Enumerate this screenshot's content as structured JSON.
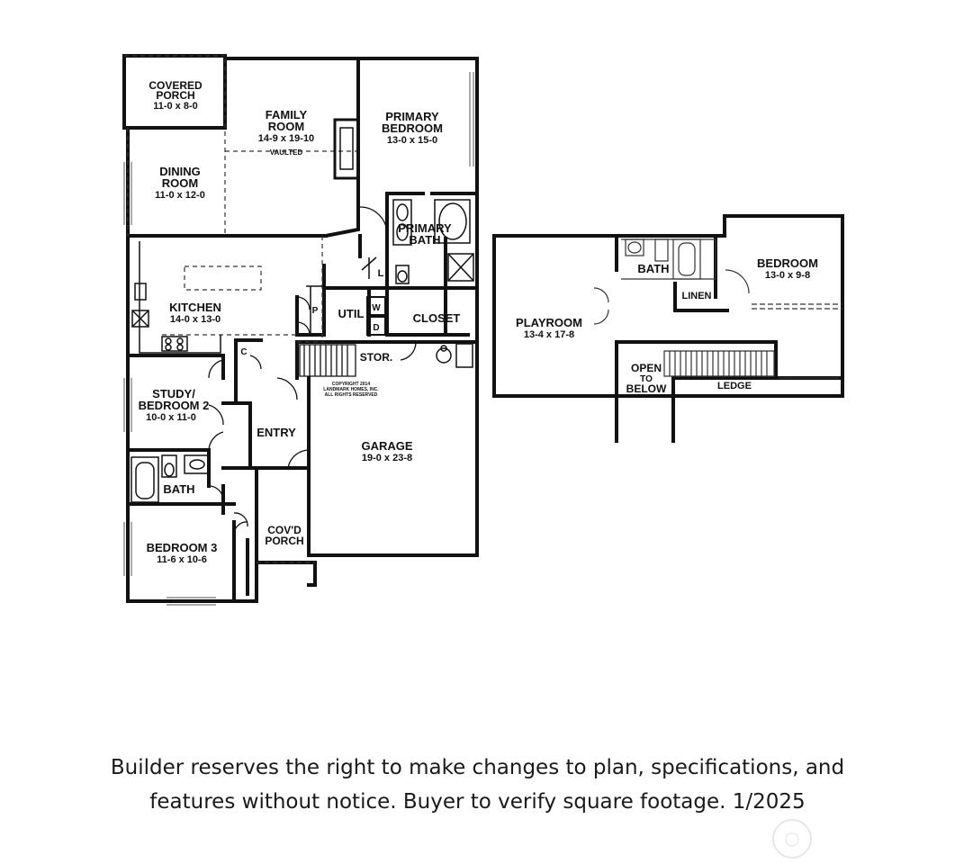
{
  "rooms": {
    "covered_porch": {
      "line1": "COVERED",
      "line2": "PORCH",
      "dims": "11-0 x 8-0"
    },
    "family_room": {
      "line1": "FAMILY",
      "line2": "ROOM",
      "dims": "14-9 x 19-10",
      "note": "VAULTED"
    },
    "primary_bedroom": {
      "line1": "PRIMARY",
      "line2": "BEDROOM",
      "dims": "13-0 x 15-0"
    },
    "dining_room": {
      "line1": "DINING",
      "line2": "ROOM",
      "dims": "11-0 x 12-0"
    },
    "primary_bath": {
      "line1": "PRIMARY",
      "line2": "BATH"
    },
    "kitchen": {
      "line1": "KITCHEN",
      "dims": "14-0 x 13-0"
    },
    "util": "UTIL",
    "closet": "CLOSET",
    "stor": "STOR.",
    "study": {
      "line1": "STUDY/",
      "line2": "BEDROOM 2",
      "dims": "10-0 x 11-0"
    },
    "entry": "ENTRY",
    "garage": {
      "line1": "GARAGE",
      "dims": "19-0 x 23-8"
    },
    "bath": "BATH",
    "bedroom3": {
      "line1": "BEDROOM 3",
      "dims": "11-6 x 10-6"
    },
    "covd_porch": {
      "line1": "COV'D",
      "line2": "PORCH"
    },
    "playroom": {
      "line1": "PLAYROOM",
      "dims": "13-4 x 17-8"
    },
    "upper_bath": "BATH",
    "linen": "LINEN",
    "bedroom": {
      "line1": "BEDROOM",
      "dims": "13-0 x 9-8"
    },
    "open_below": {
      "line1": "OPEN",
      "line2": "TO",
      "line3": "BELOW"
    },
    "ledge": "LEDGE"
  },
  "marks": {
    "pantry": "P",
    "closet_c": "C",
    "linen_l": "L",
    "washer": "W",
    "dryer": "D"
  },
  "copyright": {
    "line1": "COPYRIGHT 2014",
    "line2": "LANDMARK HOMES, INC.",
    "line3": "ALL RIGHTS RESERVED"
  },
  "caption": {
    "line1": "Builder reserves the right to make changes to plan, specifications, and",
    "line2": "features without notice. Buyer to verify square footage. 1/2025"
  },
  "watermark_icon": "circle-logo-icon"
}
